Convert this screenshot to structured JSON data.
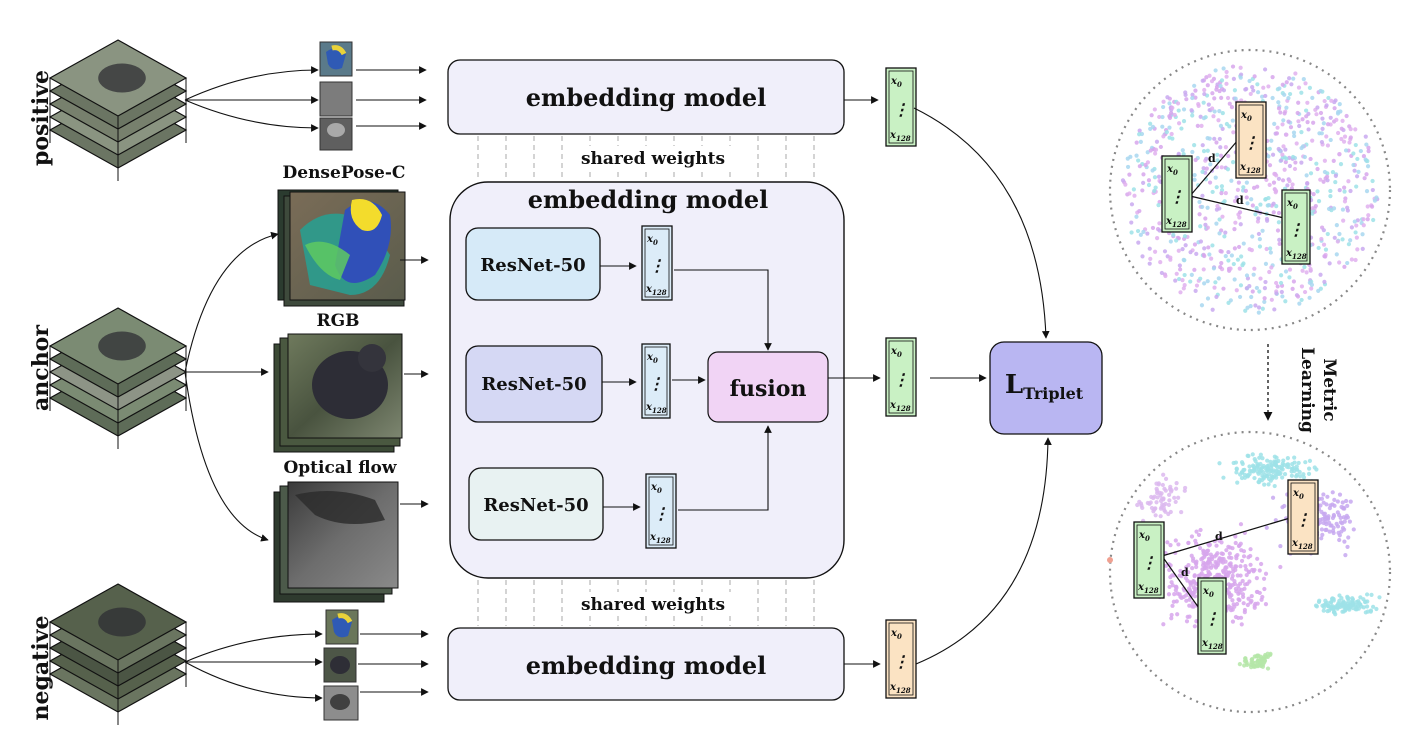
{
  "labels": {
    "positive": "positive",
    "anchor": "anchor",
    "negative": "negative",
    "densepose": "DensePose-C",
    "rgb": "RGB",
    "optical_flow": "Optical flow",
    "embedding_model": "embedding model",
    "shared_weights": "shared weights",
    "resnet": "ResNet-50",
    "fusion": "fusion",
    "loss_main": "L",
    "loss_sub": "Triplet",
    "metric": "Metric",
    "learning": "Learning",
    "distance": "d"
  },
  "vector": {
    "top": "x",
    "top_sub": "0",
    "bottom": "x",
    "bottom_sub": "128",
    "dots": "⋮"
  },
  "colors": {
    "embed_box": "#f0effa",
    "resnet_a": "#d6eaf8",
    "resnet_b": "#d5d8f4",
    "resnet_c": "#e8f2f2",
    "fusion": "#f1d4f5",
    "loss": "#b9b6f2",
    "vec_green": "#c9f1c4",
    "vec_orange": "#fbe3c3",
    "vec_blue": "#dcecf8"
  }
}
